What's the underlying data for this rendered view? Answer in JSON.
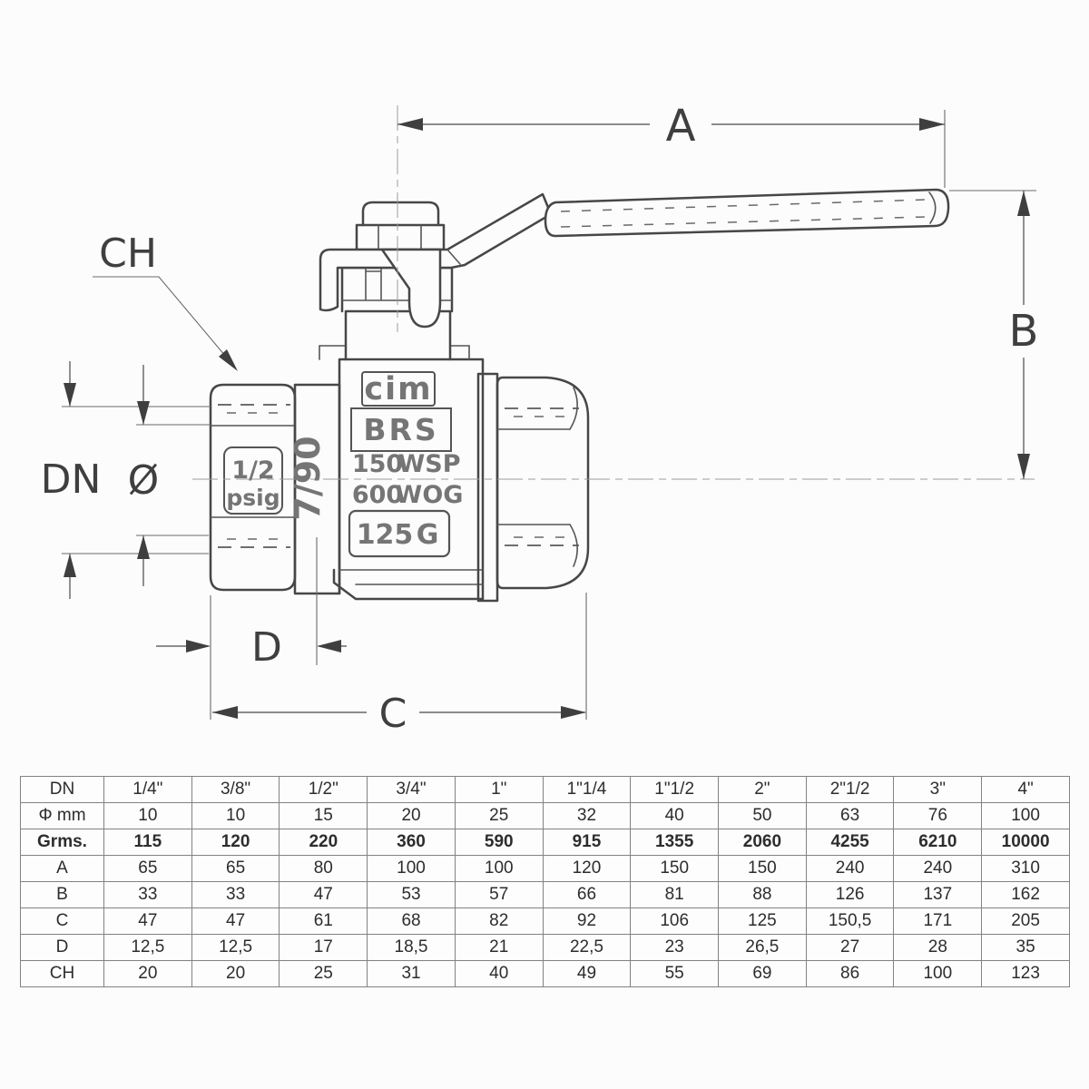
{
  "drawing": {
    "dim_labels": {
      "a": "A",
      "b": "B",
      "c": "C",
      "d": "D",
      "ch": "CH",
      "dn": "DN",
      "diameter": "Ø"
    },
    "markings": {
      "brand": "cim",
      "material": "BRS",
      "wsp_num": "150",
      "wsp_unit": "WSP",
      "wog_num": "600",
      "wog_unit": "WOG",
      "g_num": "125",
      "g_unit": "G",
      "size": "1/2",
      "size_unit": "psig",
      "date_code": "7/90"
    }
  },
  "table": {
    "rows": [
      {
        "label": "DN",
        "bold": false,
        "values": [
          "1/4\"",
          "3/8\"",
          "1/2\"",
          "3/4\"",
          "1\"",
          "1\"1/4",
          "1\"1/2",
          "2\"",
          "2\"1/2",
          "3\"",
          "4\""
        ]
      },
      {
        "label": "Φ mm",
        "bold": false,
        "values": [
          "10",
          "10",
          "15",
          "20",
          "25",
          "32",
          "40",
          "50",
          "63",
          "76",
          "100"
        ]
      },
      {
        "label": "Grms.",
        "bold": true,
        "values": [
          "115",
          "120",
          "220",
          "360",
          "590",
          "915",
          "1355",
          "2060",
          "4255",
          "6210",
          "10000"
        ]
      },
      {
        "label": "A",
        "bold": false,
        "values": [
          "65",
          "65",
          "80",
          "100",
          "100",
          "120",
          "150",
          "150",
          "240",
          "240",
          "310"
        ]
      },
      {
        "label": "B",
        "bold": false,
        "values": [
          "33",
          "33",
          "47",
          "53",
          "57",
          "66",
          "81",
          "88",
          "126",
          "137",
          "162"
        ]
      },
      {
        "label": "C",
        "bold": false,
        "values": [
          "47",
          "47",
          "61",
          "68",
          "82",
          "92",
          "106",
          "125",
          "150,5",
          "171",
          "205"
        ]
      },
      {
        "label": "D",
        "bold": false,
        "values": [
          "12,5",
          "12,5",
          "17",
          "18,5",
          "21",
          "22,5",
          "23",
          "26,5",
          "27",
          "28",
          "35"
        ]
      },
      {
        "label": "CH",
        "bold": false,
        "values": [
          "20",
          "20",
          "25",
          "31",
          "40",
          "49",
          "55",
          "69",
          "86",
          "100",
          "123"
        ]
      }
    ]
  },
  "colors": {
    "line": "#474747",
    "dimension": "#4a4a4a",
    "stamp_text": "#757575",
    "table_border": "#828282",
    "table_text": "#2d2d2d",
    "background": "#fcfcfc"
  }
}
